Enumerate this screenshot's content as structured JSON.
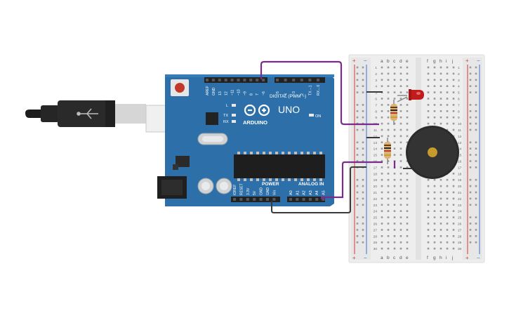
{
  "colors": {
    "board": "#2d70a9",
    "board_dark": "#1f5586",
    "header": "#222222",
    "wire_purple": "#7a2b8c",
    "wire_black": "#3a3a3a",
    "breadboard": "#eeeeee",
    "rail_red": "#d43a3a",
    "rail_blue": "#3f6fd0",
    "led_red": "#c21b1b",
    "buzzer": "#2b2b2b",
    "resistor": "#d9b37a"
  },
  "arduino": {
    "brand": "ARDUINO",
    "model": "UNO",
    "on_label": "ON",
    "l_label": "L",
    "tx_label": "TX",
    "rx_label": "RX",
    "digital_label": "DIGITAL (PWM ~)",
    "power_label": "POWER",
    "analog_label": "ANALOG IN",
    "top_pins": [
      "AREF",
      "GND",
      "13",
      "12",
      "~11",
      "~10",
      "~9",
      "8",
      "7",
      "~6",
      "~5",
      "4",
      "~3",
      "2",
      "TX→1",
      "RX←0"
    ],
    "power_pins": [
      "IOREF",
      "RESET",
      "3.3V",
      "5V",
      "GND",
      "GND",
      "Vin"
    ],
    "analog_pins": [
      "A0",
      "A1",
      "A2",
      "A3",
      "A4",
      "A5"
    ]
  },
  "breadboard": {
    "rail_plus": "+",
    "rail_minus": "−",
    "left_cols": [
      "a",
      "b",
      "c",
      "d",
      "e"
    ],
    "right_cols": [
      "f",
      "g",
      "h",
      "i",
      "j"
    ],
    "rows": [
      "1",
      "2",
      "3",
      "4",
      "5",
      "6",
      "7",
      "8",
      "9",
      "10",
      "11",
      "12",
      "13",
      "14",
      "15",
      "16",
      "17",
      "18",
      "19",
      "20",
      "21",
      "22",
      "23",
      "24",
      "25",
      "26",
      "27",
      "28",
      "29",
      "30"
    ]
  }
}
